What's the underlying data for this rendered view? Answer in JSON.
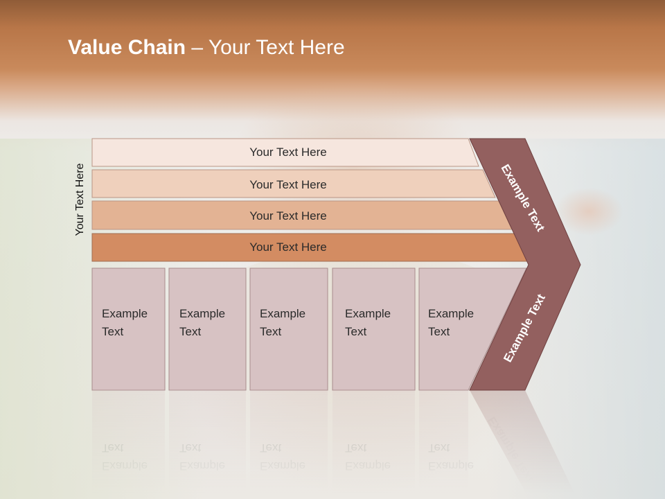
{
  "title": {
    "bold": "Value Chain",
    "rest": " – Your Text Here"
  },
  "side_label": "Your Text Here",
  "bars": [
    {
      "label": "Your Text Here",
      "color": "#f6e6de"
    },
    {
      "label": "Your Text Here",
      "color": "#efd0bc"
    },
    {
      "label": "Your Text Here",
      "color": "#e3b394"
    },
    {
      "label": "Your Text Here",
      "color": "#d38c62"
    }
  ],
  "boxes": [
    "Example\nText",
    "Example\nText",
    "Example\nText",
    "Example\nText",
    "Example\nText"
  ],
  "chevron": {
    "upper_label": "Example Text",
    "lower_label": "Example Text",
    "color": "#93605f"
  },
  "box_color": "#d7c2c3"
}
